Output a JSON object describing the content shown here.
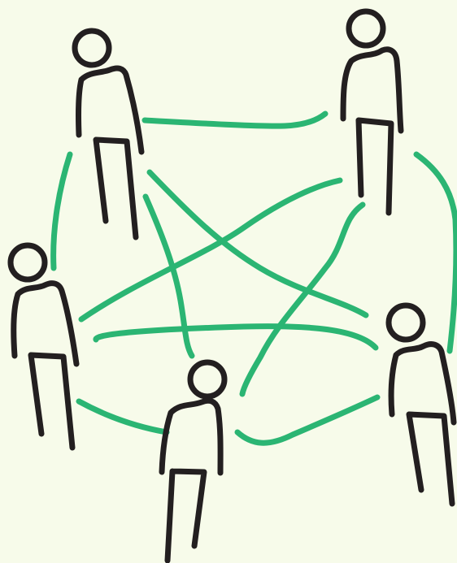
{
  "colors": {
    "background": "#f7fbea",
    "connection": "#2bb573",
    "figure": "#231f20"
  },
  "figures": [
    {
      "id": "person-top-left"
    },
    {
      "id": "person-top-right"
    },
    {
      "id": "person-middle-left"
    },
    {
      "id": "person-bottom-center"
    },
    {
      "id": "person-bottom-right"
    }
  ]
}
